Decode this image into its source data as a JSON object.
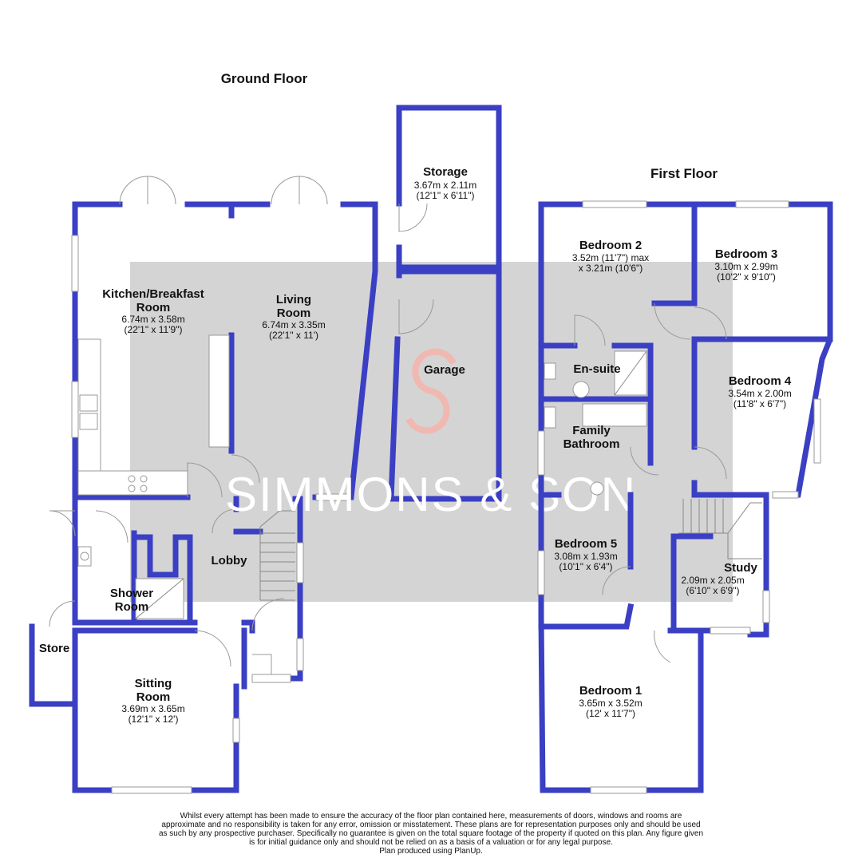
{
  "headings": {
    "ground_floor": "Ground Floor",
    "first_floor": "First Floor"
  },
  "watermark": "SIMMONS & SON",
  "ground_floor_rooms": [
    {
      "name": "Storage",
      "dims": [
        "3.67m x 2.11m",
        "(12'1\" x 6'11\")"
      ]
    },
    {
      "name": "Kitchen/Breakfast",
      "name2": "Room",
      "dims": [
        "6.74m x 3.58m",
        "(22'1\" x 11'9\")"
      ]
    },
    {
      "name": "Living",
      "name2": "Room",
      "dims": [
        "6.74m x 3.35m",
        "(22'1\" x 11')"
      ]
    },
    {
      "name": "Garage",
      "dims": []
    },
    {
      "name": "Lobby",
      "dims": []
    },
    {
      "name": "Shower",
      "name2": "Room",
      "dims": []
    },
    {
      "name": "Store",
      "dims": []
    },
    {
      "name": "Sitting",
      "name2": "Room",
      "dims": [
        "3.69m x 3.65m",
        "(12'1\" x 12')"
      ]
    }
  ],
  "first_floor_rooms": [
    {
      "name": "Bedroom 2",
      "dims": [
        "3.52m (11'7\") max",
        "x 3.21m (10'6\")"
      ]
    },
    {
      "name": "Bedroom 3",
      "dims": [
        "3.10m x 2.99m",
        "(10'2\" x 9'10\")"
      ]
    },
    {
      "name": "En-suite",
      "dims": []
    },
    {
      "name": "Bedroom 4",
      "dims": [
        "3.54m x 2.00m",
        "(11'8\" x 6'7\")"
      ]
    },
    {
      "name": "Family",
      "name2": "Bathroom",
      "dims": []
    },
    {
      "name": "Bedroom 5",
      "dims": [
        "3.08m x 1.93m",
        "(10'1\" x 6'4\")"
      ]
    },
    {
      "name": "Study",
      "dims": [
        "2.09m x 2.05m",
        "(6'10\" x 6'9\")"
      ]
    },
    {
      "name": "Bedroom 1",
      "dims": [
        "3.65m x 3.52m",
        "(12' x 11'7\")"
      ]
    }
  ],
  "disclaimer": [
    "Whilst every attempt has been made to ensure the accuracy of the floor plan contained here, measurements of doors, windows and rooms are",
    "approximate and no responsibility is taken for any error, omission or misstatement. These plans are for representation purposes only and should be used",
    "as such by any prospective purchaser. Specifically no guarantee is given on the total square footage of the property if quoted on this plan. Any figure given",
    "is for initial guidance only and should not be relied on as a basis of a valuation or for any legal purpose.",
    "Plan produced using PlanUp."
  ],
  "colors": {
    "wall": "#3a3fc4",
    "watermark_band": "#d4d4d4",
    "logo_accent": "#f0b8b0"
  }
}
